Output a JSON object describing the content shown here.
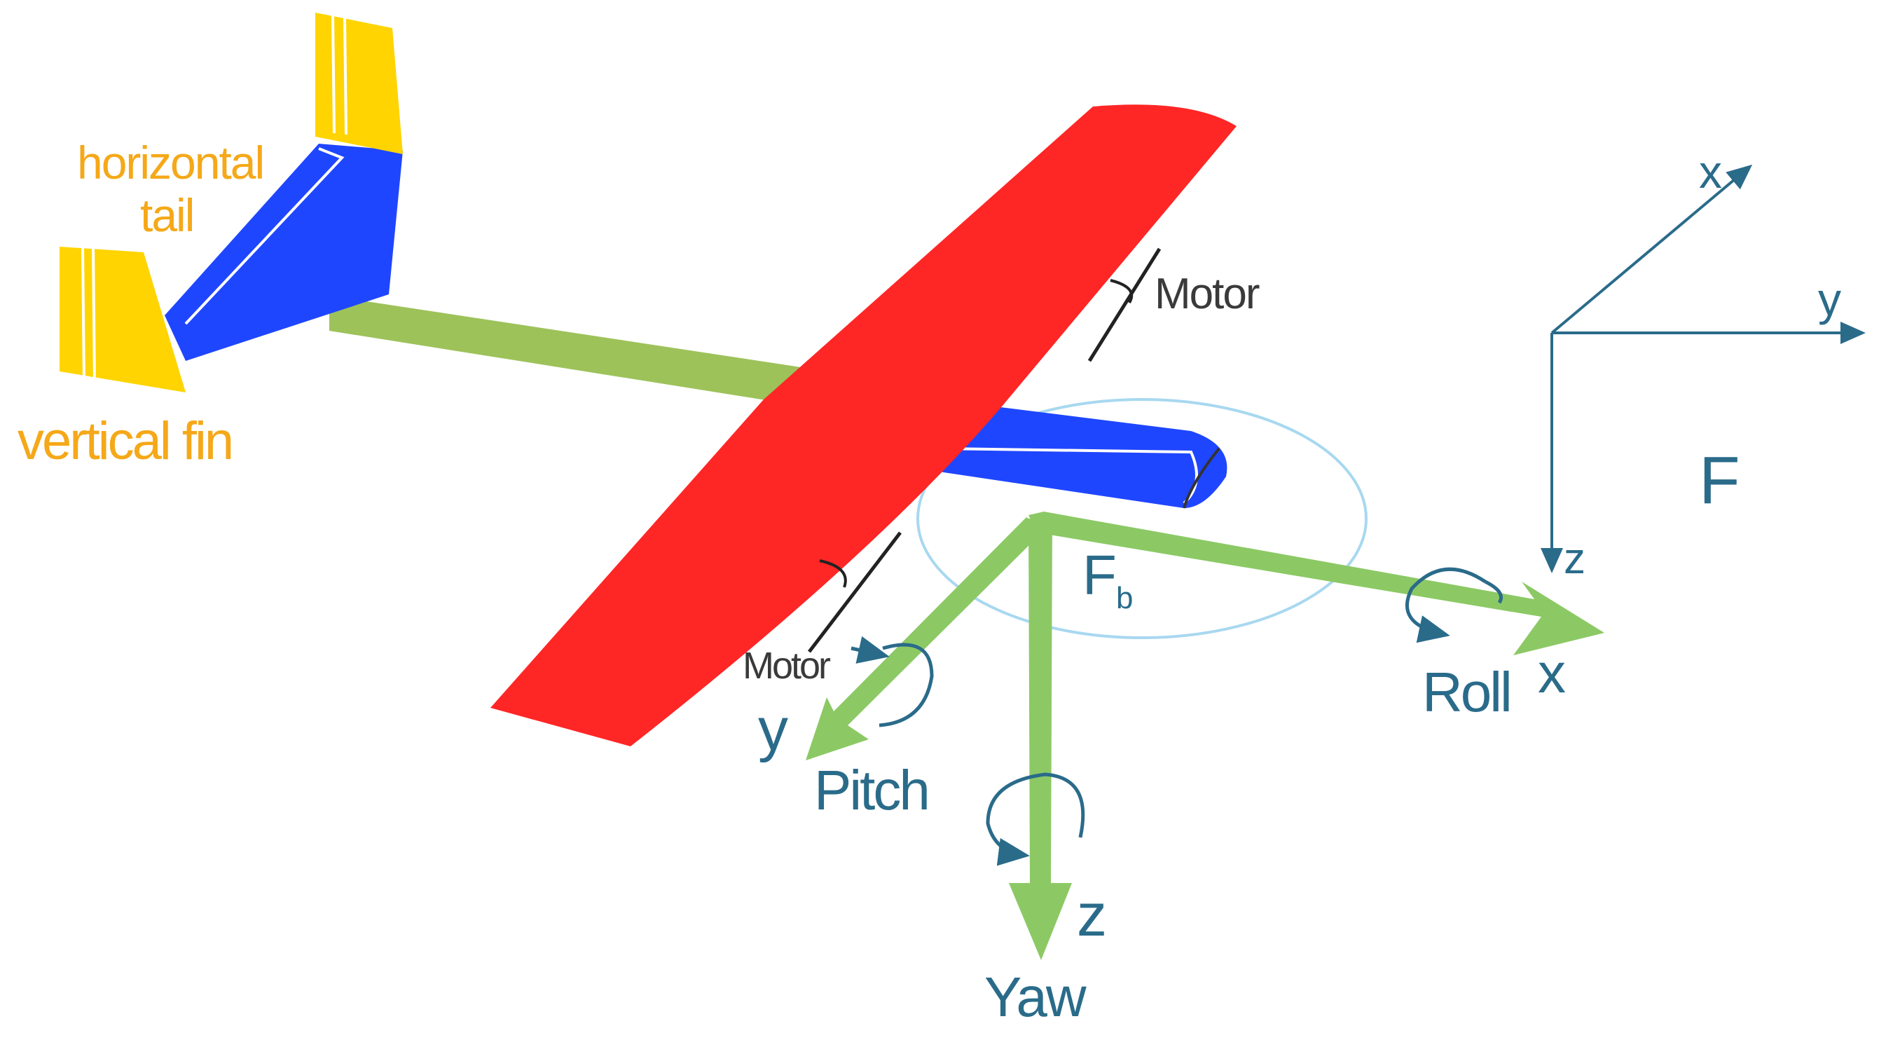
{
  "labels": {
    "horizontal_tail_line1": "horizontal",
    "horizontal_tail_line2": "tail",
    "vertical_fin": "vertical fin",
    "motor_top": "Motor",
    "motor_bottom": "Motor",
    "body_frame_main": "F",
    "body_frame_sub": "b",
    "body_x": "x",
    "body_y": "y",
    "body_z": "z",
    "roll": "Roll",
    "pitch": "Pitch",
    "yaw": "Yaw",
    "inertial_frame": "F",
    "inertial_x": "x",
    "inertial_y": "y",
    "inertial_z": "z"
  },
  "colors": {
    "wing": "#ff2626",
    "tail_surface": "#1f46ff",
    "fin": "#ffd400",
    "boom": "#9dc25a",
    "body_axes": "#8cc965",
    "rotation_arrows": "#2a6b8a",
    "inertial_axes": "#2a6b8a",
    "propeller_disc": "#a8d8f0",
    "tail_labels": "#f5a818"
  }
}
